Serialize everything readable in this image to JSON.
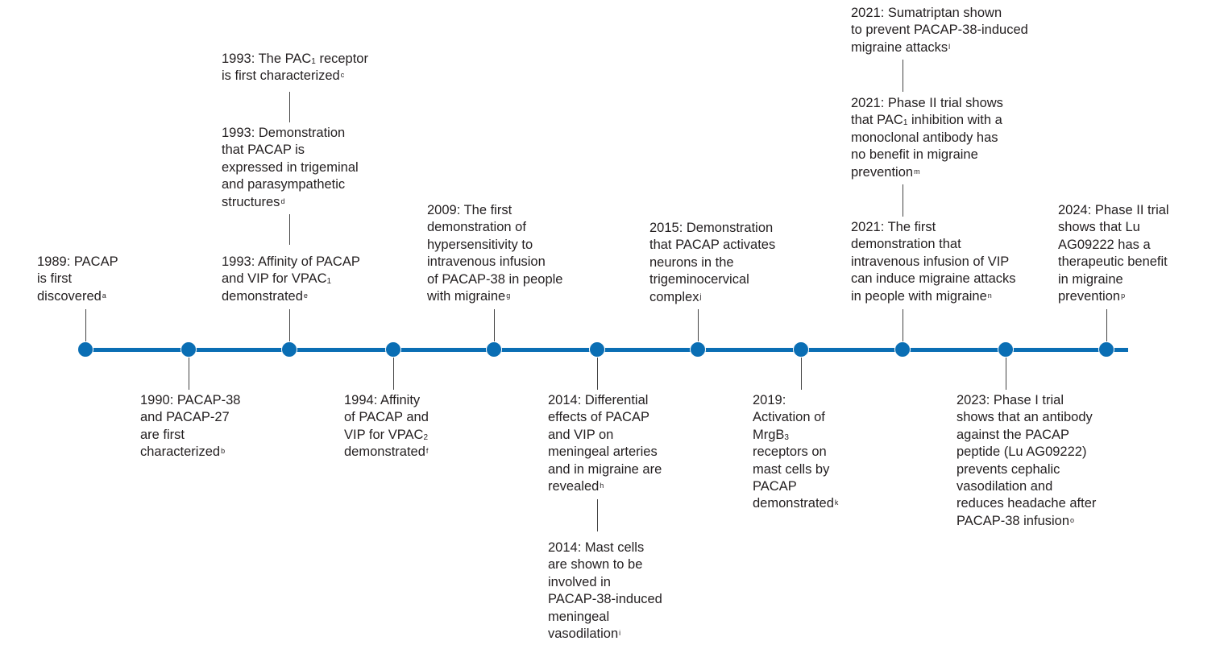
{
  "diagram": {
    "type": "timeline",
    "colors": {
      "axis": "#0a6eb4",
      "dot": "#0a6eb4",
      "connector": "#444444",
      "text": "#231f20"
    }
  },
  "events": {
    "e1989": {
      "lines": [
        "1989: PACAP",
        "is first",
        "discovered"
      ],
      "ref": "a"
    },
    "e1990": {
      "lines": [
        "1990: PACAP-38",
        "and PACAP-27",
        "are first",
        "characterized"
      ],
      "ref": "b"
    },
    "e1993a": {
      "line1_pre": "1993: The PAC",
      "line1_sub": "1",
      "line1_post": " receptor",
      "line2": "is first characterized",
      "ref": "c"
    },
    "e1993b": {
      "lines": [
        "1993: Demonstration",
        "that PACAP is",
        "expressed in trigeminal",
        "and parasympathetic",
        "structures"
      ],
      "ref": "d"
    },
    "e1993c": {
      "line1": "1993: Affinity of PACAP",
      "line2_pre": "and VIP for VPAC",
      "line2_sub": "1",
      "line3": "demonstrated",
      "ref": "e"
    },
    "e1994": {
      "line1": "1994: Affinity",
      "line2": "of PACAP and",
      "line3_pre": "VIP for VPAC",
      "line3_sub": "2",
      "line4": "demonstrated",
      "ref": "f"
    },
    "e2009": {
      "lines": [
        "2009: The first",
        "demonstration of",
        "hypersensitivity to",
        "intravenous infusion",
        "of PACAP-38 in people",
        "with migraine"
      ],
      "ref": "g"
    },
    "e2014a": {
      "lines": [
        "2014: Differential",
        "effects of PACAP",
        "and VIP on",
        "meningeal arteries",
        "and in migraine are",
        "revealed"
      ],
      "ref": "h"
    },
    "e2014b": {
      "lines": [
        "2014: Mast cells",
        "are shown to be",
        "involved in",
        "PACAP-38-induced",
        "meningeal",
        "vasodilation"
      ],
      "ref": "i"
    },
    "e2015": {
      "lines": [
        "2015: Demonstration",
        "that PACAP activates",
        "neurons in the",
        "trigeminocervical",
        "complex"
      ],
      "ref": "j"
    },
    "e2019": {
      "line1": "2019:",
      "line2": "Activation of",
      "line3_pre": "MrgB",
      "line3_sub": "3",
      "line4": "receptors on",
      "line5": "mast cells by",
      "line6": "PACAP",
      "line7": "demonstrated",
      "ref": "k"
    },
    "e2021a": {
      "lines": [
        "2021:  Sumatriptan shown",
        "to prevent PACAP-38-induced",
        "migraine attacks"
      ],
      "ref": "l"
    },
    "e2021b": {
      "line1": "2021: Phase II trial shows",
      "line2_pre": "that PAC",
      "line2_sub": "1",
      "line2_post": " inhibition with a",
      "line3": "monoclonal antibody has",
      "line4": "no benefit in migraine",
      "line5": "prevention",
      "ref": "m"
    },
    "e2021c": {
      "lines": [
        "2021: The first",
        "demonstration that",
        "intravenous infusion of VIP",
        "can induce migraine attacks",
        "in people with migraine"
      ],
      "ref": "n"
    },
    "e2023": {
      "lines": [
        "2023: Phase I trial",
        "shows that an antibody",
        "against the PACAP",
        "peptide (Lu AG09222)",
        "prevents cephalic",
        "vasodilation and",
        "reduces headache after",
        "PACAP-38 infusion"
      ],
      "ref": "o"
    },
    "e2024": {
      "lines": [
        "2024: Phase II trial",
        "shows that Lu",
        "AG09222 has a",
        "therapeutic benefit",
        "in migraine",
        "prevention"
      ],
      "ref": "p"
    }
  }
}
